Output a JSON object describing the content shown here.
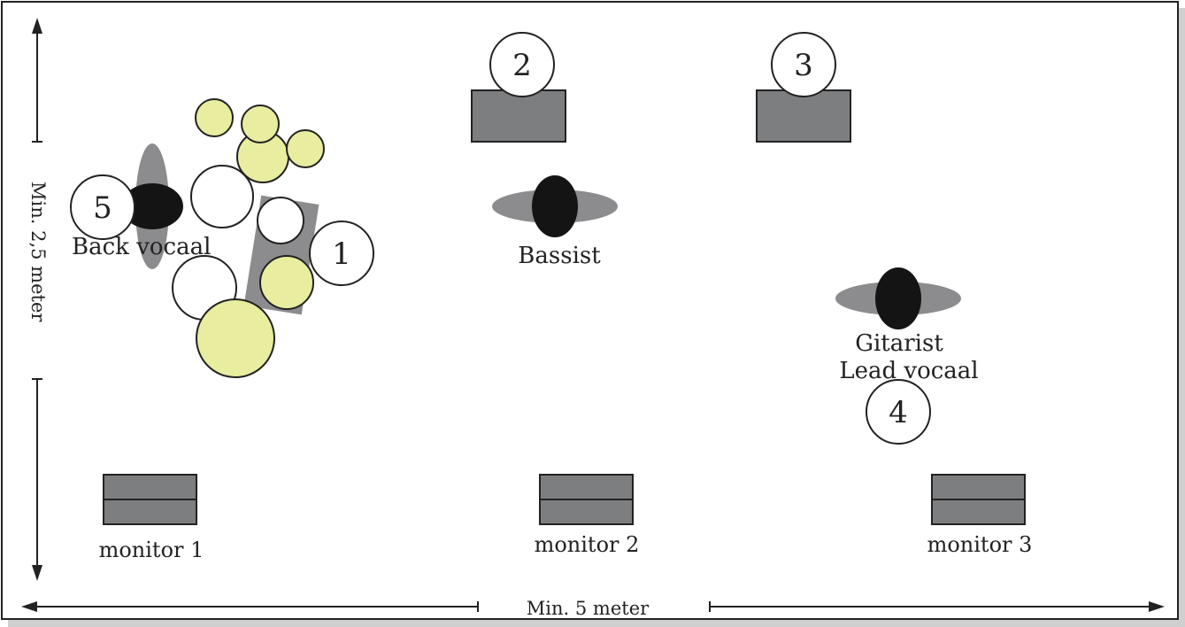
{
  "colors": {
    "outline": "#222222",
    "amp_fill": "#7d7e80",
    "body_fill": "#141414",
    "shadow_fill": "#8c8c8e",
    "drum_yellow": "#e8eda0",
    "drum_white": "#ffffff",
    "frame_shadow": "#cfcfcf"
  },
  "dimensions": {
    "height_label": "Min. 2,5 meter",
    "width_label": "Min. 5 meter"
  },
  "markers": [
    "1",
    "2",
    "3",
    "4",
    "5"
  ],
  "musicians": {
    "back_vocal": "Back vocaal",
    "bassist": "Bassist",
    "guitarist": "Gitarist",
    "lead_vocal": "Lead vocaal"
  },
  "monitors": [
    "monitor 1",
    "monitor 2",
    "monitor 3"
  ]
}
